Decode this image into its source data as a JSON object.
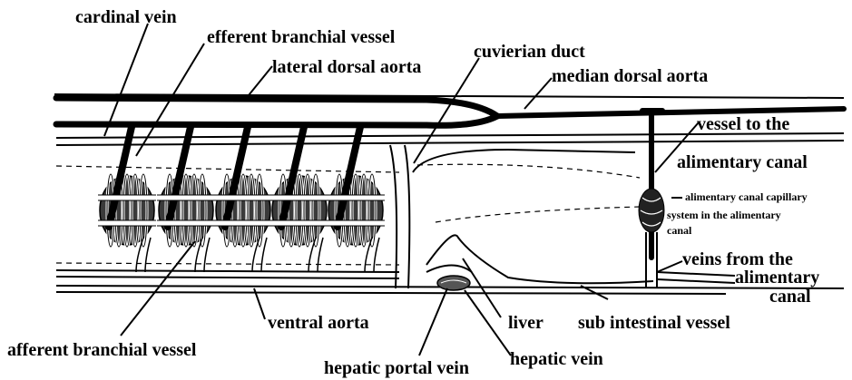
{
  "labels": {
    "cardinal_vein": "cardinal vein",
    "efferent_branchial_vessel": "efferent branchial vessel",
    "lateral_dorsal_aorta": "lateral dorsal aorta",
    "cuvierian_duct": "cuvierian duct",
    "median_dorsal_aorta": "median dorsal aorta",
    "vessel_to_the": "vessel to the",
    "alimentary_canal": "alimentary canal",
    "capillary_line1": "alimentary canal capillary",
    "capillary_line2": "system in the alimentary",
    "capillary_line3": "canal",
    "veins_from_the": "veins from the",
    "veins_alimentary": "alimentary",
    "veins_canal": "canal",
    "ventral_aorta": "ventral aorta",
    "liver": "liver",
    "sub_intestinal_vessel": "sub intestinal vessel",
    "afferent_branchial_vessel": "afferent branchial vessel",
    "hepatic_portal_vein": "hepatic portal vein",
    "hepatic_vein": "hepatic vein"
  }
}
